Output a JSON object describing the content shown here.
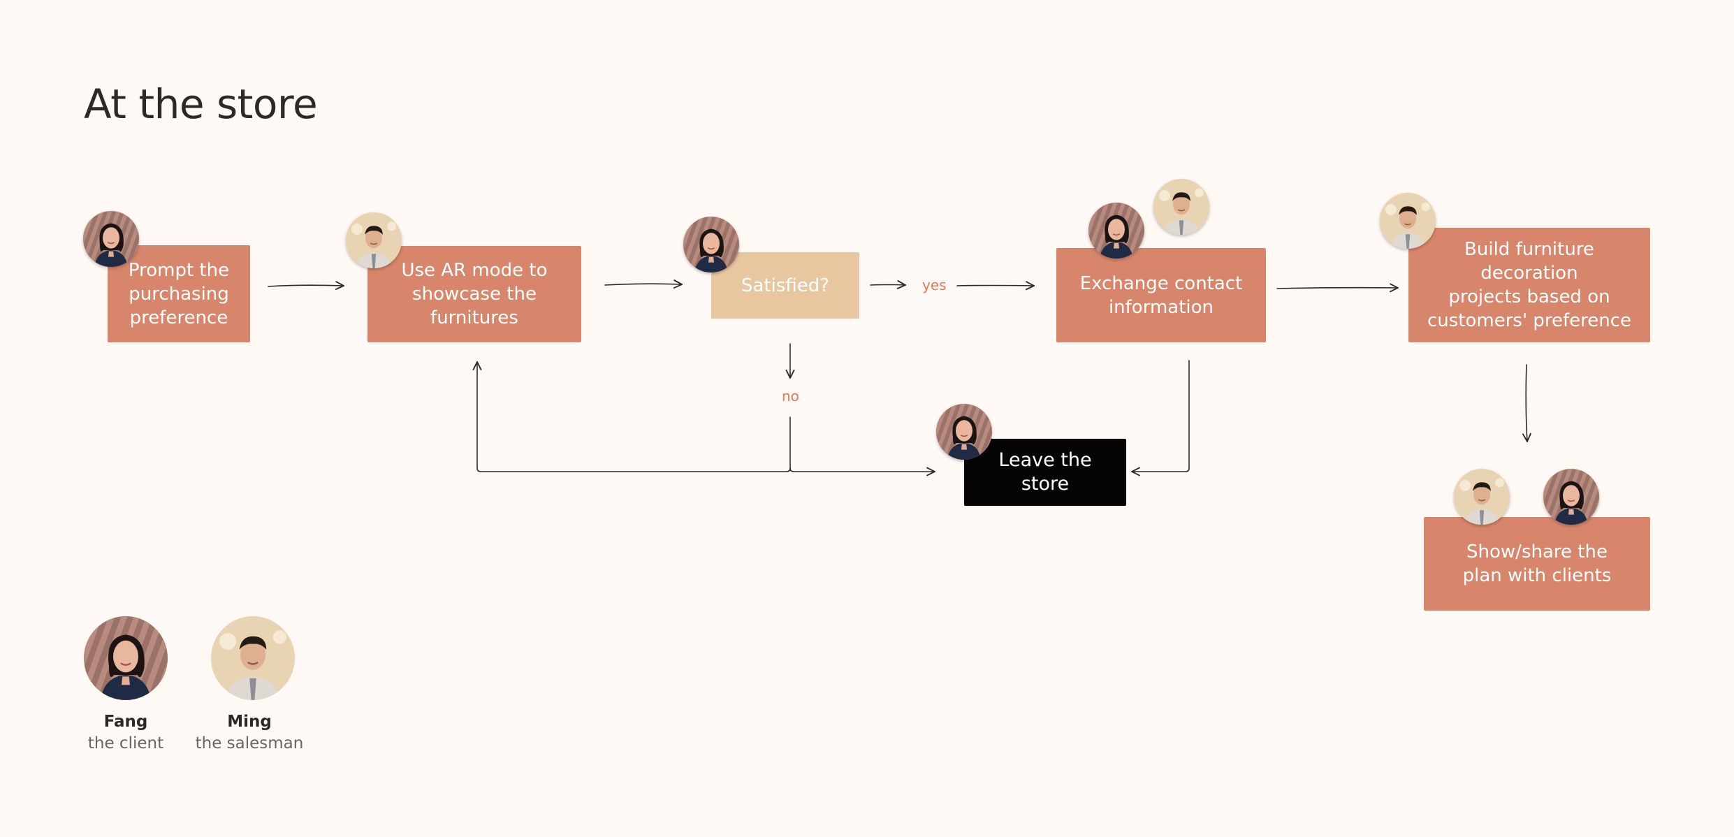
{
  "title": "At the store",
  "nodes": {
    "prompt": "Prompt the\npurchasing\npreference",
    "use_ar": "Use AR mode to\nshowcase the\nfurnitures",
    "satisfied": "Satisfied?",
    "exchange": "Exchange contact\ninformation",
    "build": "Build furniture decoration\nprojects based on\ncustomers' preference",
    "leave": "Leave the store",
    "show": "Show/share the\nplan with clients"
  },
  "edge_labels": {
    "yes": "yes",
    "no": "no"
  },
  "legend": [
    {
      "name": "Fang",
      "role": "the client"
    },
    {
      "name": "Ming",
      "role": "the salesman"
    }
  ],
  "colors": {
    "step": "#d7856b",
    "decision": "#e8c7a0",
    "terminal": "#050505",
    "label": "#e07a5a",
    "background": "#fef9f4"
  }
}
